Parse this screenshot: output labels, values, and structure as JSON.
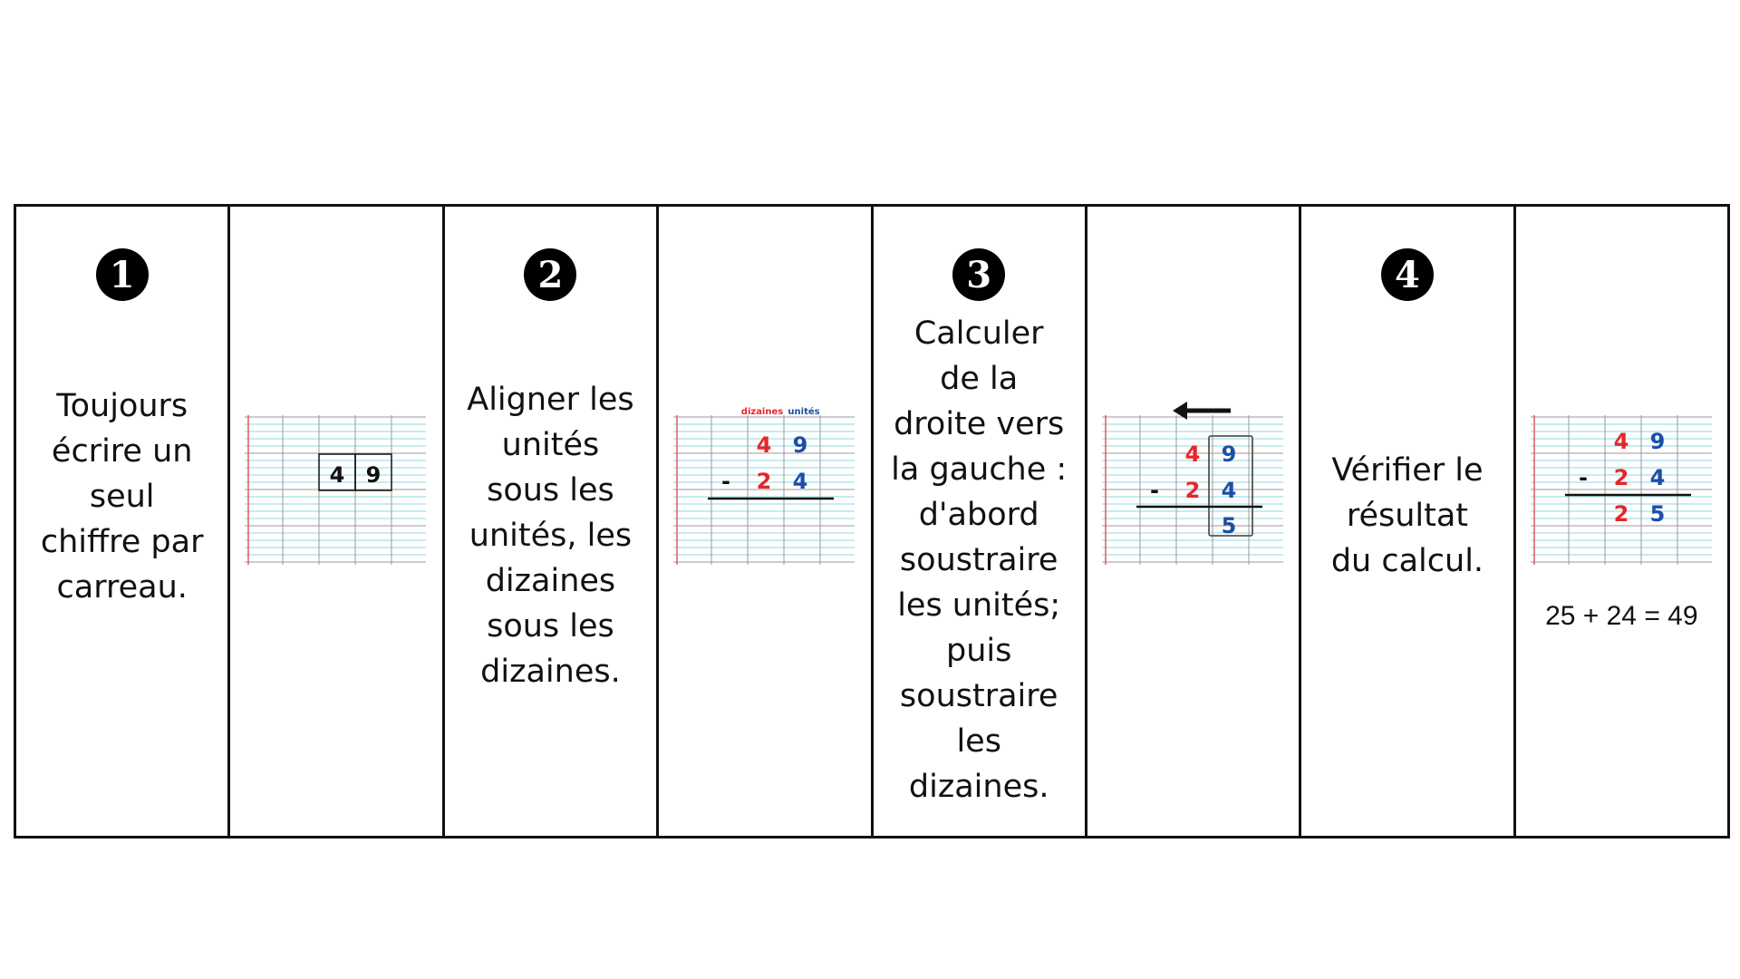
{
  "steps": [
    {
      "number": "1",
      "text": "Toujours\nécrire un\nseul\nchiffre par\ncarreau."
    },
    {
      "number": "2",
      "text": "Aligner les\nunités\nsous les\nunités, les\ndizaines\nsous les\ndizaines."
    },
    {
      "number": "3",
      "text": "Calculer\nde la\ndroite vers\nla gauche :\nd'abord\nsoustraire\nles unités;\npuis\nsoustraire\nles\ndizaines."
    },
    {
      "number": "4",
      "text": "Vérifier le\nrésultat\ndu calcul."
    }
  ],
  "example1": {
    "tens": "4",
    "units": "9"
  },
  "example2": {
    "header_tens": "dizaines",
    "header_units": "unités",
    "top_tens": "4",
    "top_units": "9",
    "operator": "-",
    "bottom_tens": "2",
    "bottom_units": "4"
  },
  "example3": {
    "top_tens": "4",
    "top_units": "9",
    "operator": "-",
    "bottom_tens": "2",
    "bottom_units": "4",
    "result_units": "5"
  },
  "example4": {
    "top_tens": "4",
    "top_units": "9",
    "operator": "-",
    "bottom_tens": "2",
    "bottom_units": "4",
    "result_tens": "2",
    "result_units": "5",
    "verification": "25 + 24 = 49"
  },
  "colors": {
    "tens": "#e8252a",
    "units": "#1d4fa8",
    "grid_lines": "#8ed8e0",
    "grid_columns": "#999999",
    "margin_line": "#e05a60",
    "border": "#111111"
  }
}
